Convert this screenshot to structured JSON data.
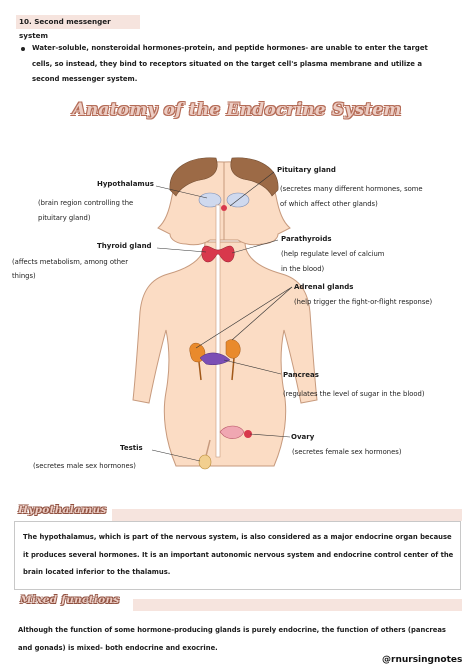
{
  "section_number": "10. Second messenger system",
  "bullet": "Water-soluble, nonsteroidal hormones-protein, and peptide hormones- are unable to enter the target cells, so instead, they bind to receptors situated on the target cell's plasma membrane and utilize a second messenger system.",
  "title": "Anatomy of the Endocrine System",
  "labels": {
    "hypothalamus": {
      "name": "Hypothalamus",
      "desc1": "(brain region controlling the",
      "desc2": "pituitary gland)"
    },
    "pituitary": {
      "name": "Pituitary gland",
      "desc1": "(secretes many different hormones, some",
      "desc2": "of which affect other glands)"
    },
    "thyroid": {
      "name": "Thyroid gland",
      "desc1": "(affects metabolism, among other",
      "desc2": "things)"
    },
    "parathyroids": {
      "name": "Parathyroids",
      "desc1": "(help regulate level of calcium",
      "desc2": "in the blood)"
    },
    "adrenal": {
      "name": "Adrenal glands",
      "desc1": "(help trigger the fight-or-flight response)"
    },
    "pancreas": {
      "name": "Pancreas",
      "desc1": "(regulates the level of sugar in the blood)"
    },
    "testis": {
      "name": "Testis",
      "desc1": "(secretes male sex hormones)"
    },
    "ovary": {
      "name": "Ovary",
      "desc1": "(secretes female sex hormones)"
    }
  },
  "hypothalamus_section": {
    "heading": "Hypothalamus",
    "text": "The hypothalamus, which is part of the nervous system, is also considered as a major endocrine organ because it produces several hormones. It is an important autonomic nervous system and endocrine control center of the brain located inferior to the thalamus."
  },
  "mixed_section": {
    "heading": "Mixed functions",
    "text": "Although the function of some hormone-producing glands is purely endocrine, the function of others (pancreas and gonads) is mixed- both endocrine and exocrine."
  },
  "handle": "@rnursingnotes",
  "colors": {
    "band": "#f6e4de",
    "title_fill": "#eccdc4",
    "title_outline": "#b46b56",
    "skin": "#fbdcc4",
    "skin_outline": "#c79a7d",
    "thyroid": "#d8384c",
    "adrenal": "#e98a2c",
    "pancreas": "#7b4fb5"
  }
}
